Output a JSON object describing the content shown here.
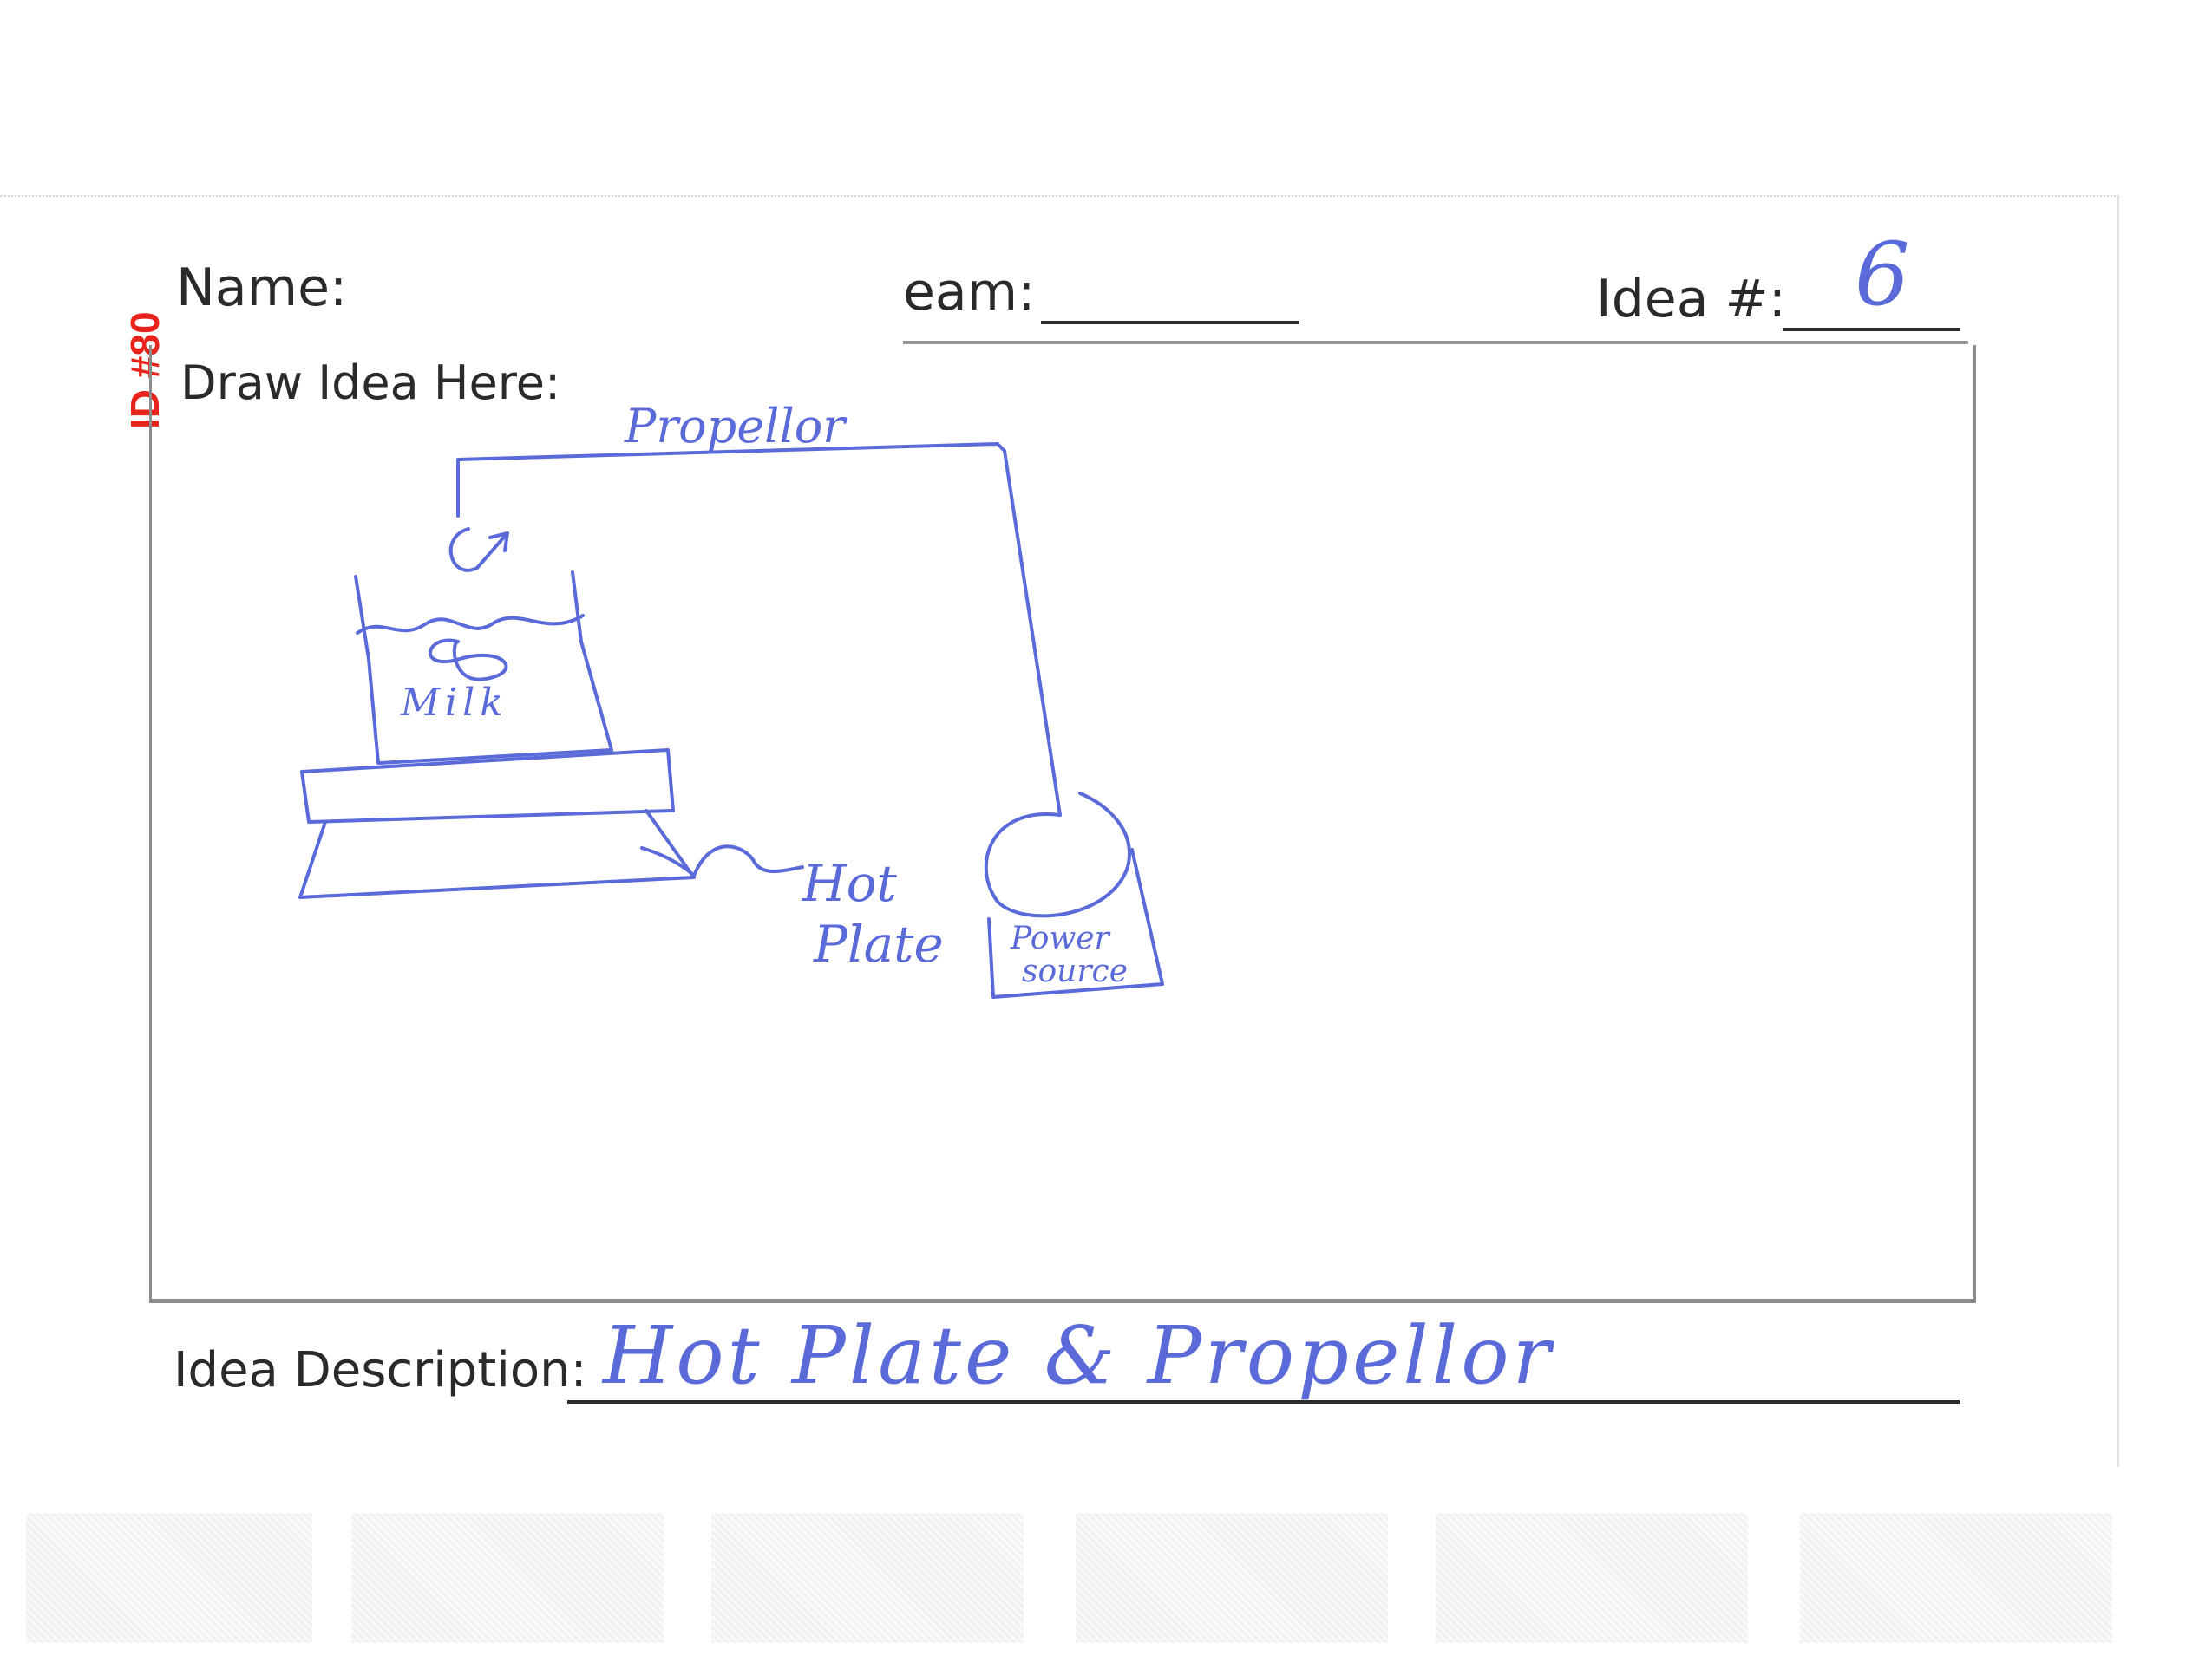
{
  "header": {
    "name_label": "Name:",
    "team_label": "eam:",
    "idea_number_label": "Idea #:",
    "idea_number_value": "6"
  },
  "id_tag": "ID #80",
  "drawing": {
    "label": "Draw Idea Here:",
    "annotations": {
      "propellor": "Propellor",
      "milk": "Milk",
      "hot": "Hot",
      "plate": "Plate",
      "power": "Power",
      "source": "source"
    }
  },
  "description": {
    "label": "Idea Description:",
    "value": "Hot Plate & Propellor"
  },
  "colors": {
    "ink": "#5a6ad8",
    "id_tag": "#e8231b",
    "print": "#2a2a2a"
  }
}
